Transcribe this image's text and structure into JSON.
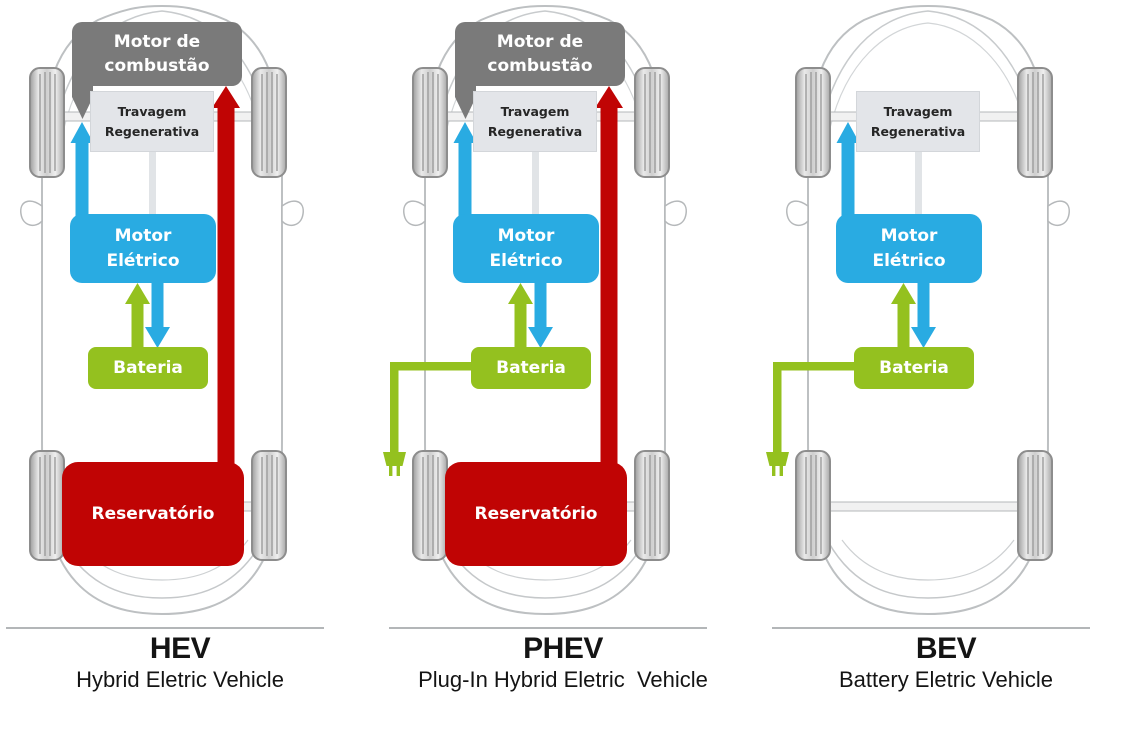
{
  "colors": {
    "combustion_engine": "#7a7a7a",
    "regenerative_braking": "#e3e5e9",
    "electric_motor": "#29abe2",
    "battery": "#94c11f",
    "fuel": "#c00404",
    "car_outline": "#bdc0c2"
  },
  "panels": [
    {
      "acronym": "HEV",
      "full_name": "Hybrid Eletric Vehicle",
      "labels": {
        "combustion_engine": "Motor de\ncombustão",
        "regenerative_braking": "Travagem\nRegenerativa",
        "electric_motor": "Motor\nElétrico",
        "battery": "Bateria",
        "fuel_tank": "Reservatório"
      }
    },
    {
      "acronym": "PHEV",
      "full_name": "Plug-In Hybrid Eletric  Vehicle",
      "labels": {
        "combustion_engine": "Motor de\ncombustão",
        "regenerative_braking": "Travagem\nRegenerativa",
        "electric_motor": "Motor\nElétrico",
        "battery": "Bateria",
        "fuel_tank": "Reservatório"
      }
    },
    {
      "acronym": "BEV",
      "full_name": "Battery Eletric Vehicle",
      "labels": {
        "regenerative_braking": "Travagem\nRegenerativa",
        "electric_motor": "Motor\nElétrico",
        "battery": "Bateria"
      }
    }
  ]
}
